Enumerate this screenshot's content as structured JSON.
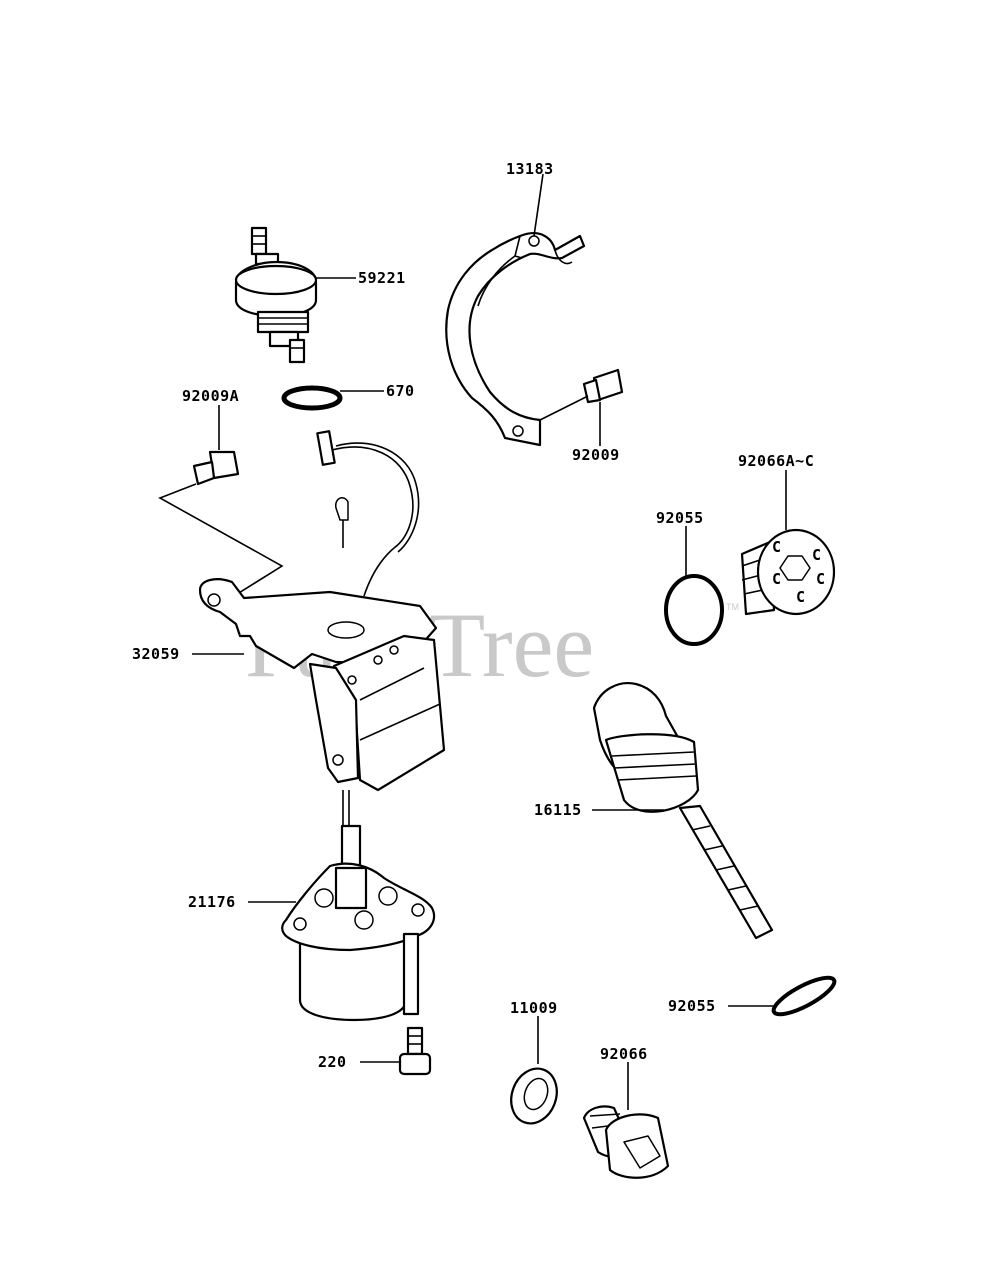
{
  "watermark": {
    "text": "PartsTree",
    "tm": "TM"
  },
  "parts": [
    {
      "id": "13183",
      "label": "13183"
    },
    {
      "id": "59221",
      "label": "59221"
    },
    {
      "id": "670",
      "label": "670"
    },
    {
      "id": "92009A",
      "label": "92009A"
    },
    {
      "id": "92009",
      "label": "92009"
    },
    {
      "id": "92066AC",
      "label": "92066A~C"
    },
    {
      "id": "92055a",
      "label": "92055"
    },
    {
      "id": "32059",
      "label": "32059"
    },
    {
      "id": "16115",
      "label": "16115"
    },
    {
      "id": "21176",
      "label": "21176"
    },
    {
      "id": "11009",
      "label": "11009"
    },
    {
      "id": "92066",
      "label": "92066"
    },
    {
      "id": "92055b",
      "label": "92055"
    },
    {
      "id": "220",
      "label": "220"
    }
  ],
  "cap_letters": [
    "C",
    "C",
    "C",
    "C",
    "C"
  ]
}
